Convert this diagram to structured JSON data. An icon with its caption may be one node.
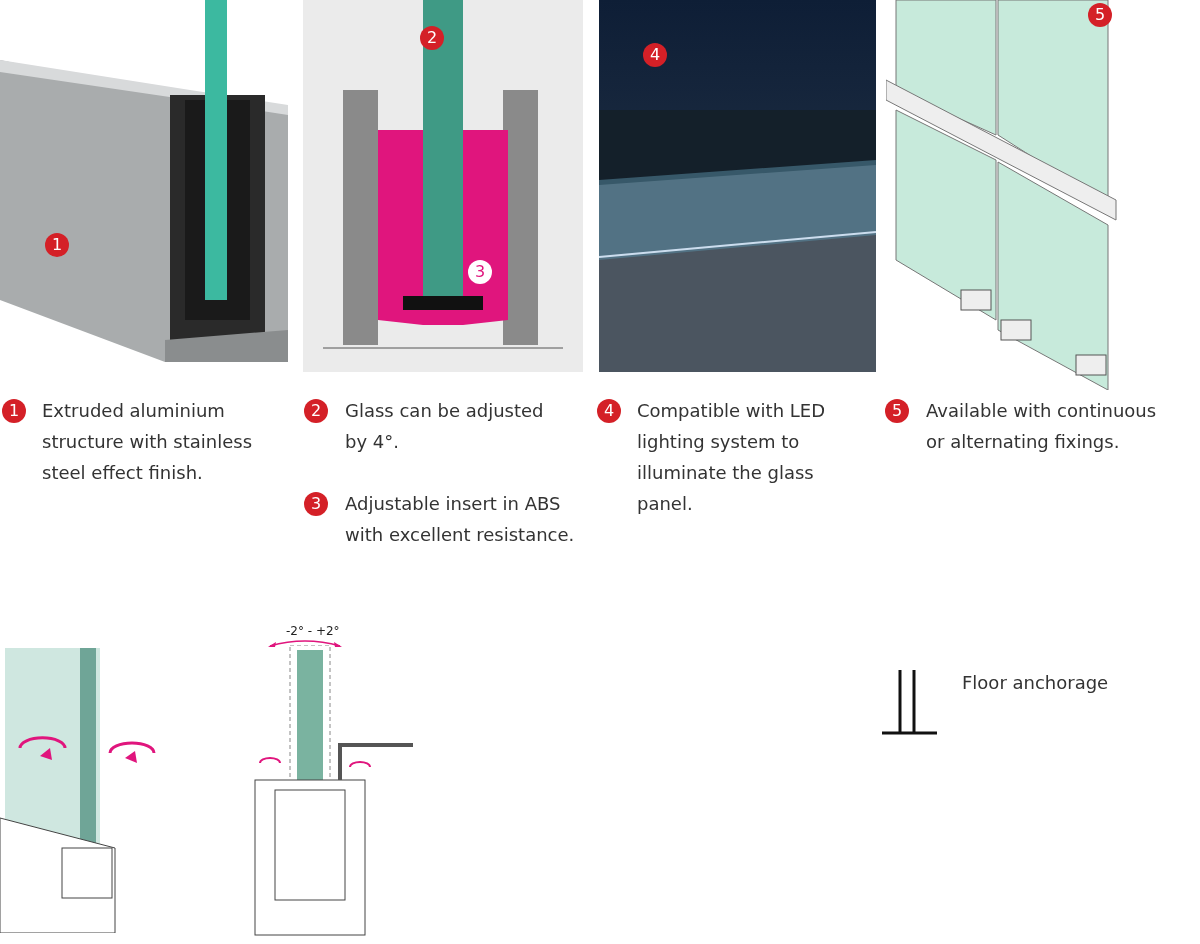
{
  "diagram": {
    "labels": [
      "1",
      "2",
      "3",
      "4",
      "5",
      "1",
      "Extruded aluminium structure with stainless steel effect finish.",
      "2",
      "Glass can be adjusted by 4°.",
      "3",
      "Adjustable insert in ABS with excellent resistance.",
      "4",
      "Compatible with LED lighting system to illuminate the glass panel.",
      "5",
      "Available with continuous or alternating fixings.",
      "-2° - +2°",
      "Floor anchorage"
    ]
  }
}
